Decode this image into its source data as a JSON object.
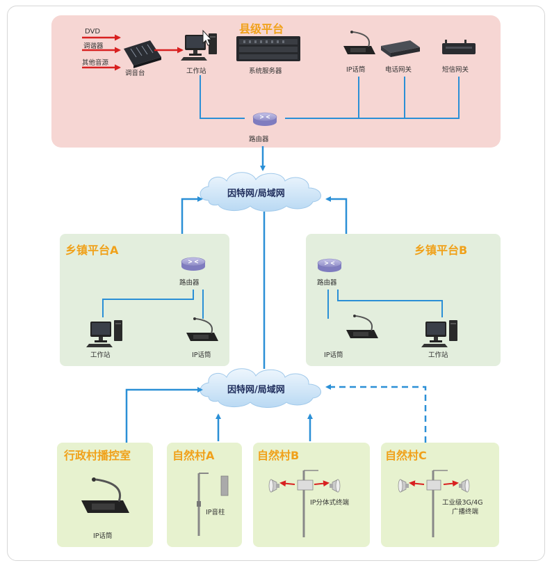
{
  "county": {
    "title": "县级平台",
    "inputs": [
      "DVD",
      "调谐器",
      "其他音源"
    ],
    "mixer": "调音台",
    "workstation": "工作站",
    "server": "系统服务器",
    "ip_mic": "IP话筒",
    "phone_gateway": "电话网关",
    "sms_gateway": "短信网关",
    "router": "路由器"
  },
  "network_label": "因特网/局域网",
  "town_a": {
    "title": "乡镇平台A",
    "router": "路由器",
    "workstation": "工作站",
    "ip_mic": "IP话筒"
  },
  "town_b": {
    "title": "乡镇平台B",
    "router": "路由器",
    "ip_mic": "IP话筒",
    "workstation": "工作站"
  },
  "villages": {
    "admin": {
      "title": "行政村播控室",
      "device": "IP话筒"
    },
    "a": {
      "title": "自然村A",
      "device": "IP音柱"
    },
    "b": {
      "title": "自然村B",
      "device": "IP分体式终端"
    },
    "c": {
      "title": "自然村C",
      "device_line1": "工业级3G/4G",
      "device_line2": "广播终端"
    }
  },
  "colors": {
    "link": "#2a8fd6",
    "signal": "#d82020",
    "title": "#f0a11a",
    "county_bg": "#f6d6d3",
    "town_bg": "#e3eedd",
    "village_bg": "#e7f2cf"
  }
}
